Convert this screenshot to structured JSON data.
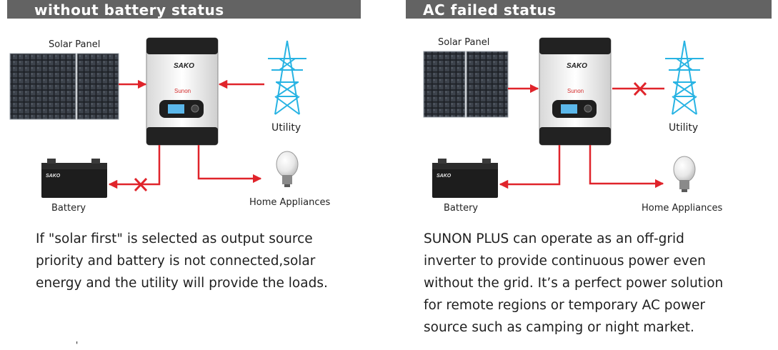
{
  "left": {
    "title": "without battery status",
    "labels": {
      "solar_panel": "Solar Panel",
      "utility": "Utility",
      "battery": "Battery",
      "home_appliances": "Home Appliances"
    },
    "description_lines": [
      "If \"solar first\" is selected as output  source",
      "priority and battery is not connected,solar",
      "energy and the utility will provide the loads."
    ],
    "disconnected": "battery"
  },
  "right": {
    "title": "AC failed  status",
    "labels": {
      "solar_panel": "Solar Panel",
      "utility": "Utility",
      "battery": "Battery",
      "home_appliances": "Home Appliances"
    },
    "description_lines": [
      "SUNON PLUS can operate as an off-grid",
      "inverter to provide continuous power even",
      "without the grid. It’s a perfect power solution",
      "for remote regions or temporary AC power",
      "source such as camping or night market."
    ],
    "disconnected": "utility"
  },
  "inverter": {
    "brand": "SAKO",
    "model": "Sunon"
  },
  "battery_brand": "SAKO",
  "colors": {
    "arrow": "#e0242b",
    "cross": "#e0242b",
    "band": "#636363",
    "tower": "#27b3e3"
  },
  "footnote": "'"
}
